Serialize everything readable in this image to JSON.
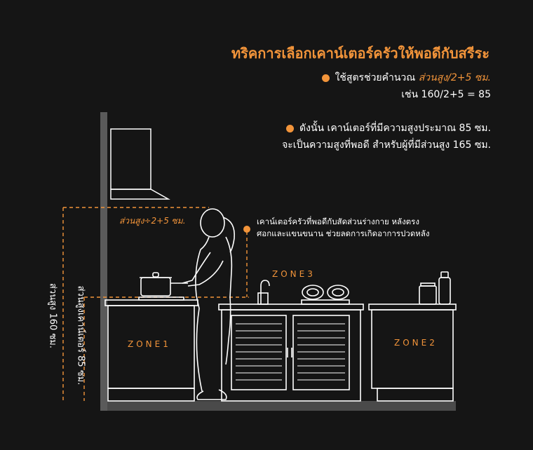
{
  "header": {
    "title": "ทริคการเลือกเคาน์เตอร์ครัวให้พอดีกับสรีระ"
  },
  "tips": {
    "tip1_prefix": "ใช้สูตรช่วยคำนวณ",
    "tip1_formula": "ส่วนสูง/2+5 ซม.",
    "tip1_example": "เช่น 160/2+5 = 85",
    "tip2_line1": "ดังนั้น เคาน์เตอร์ที่มีความสูงประมาณ 85 ซม.",
    "tip2_line2": "จะเป็นความสูงที่พอดี สำหรับผู้ที่มีส่วนสูง 165 ซม."
  },
  "annotation": {
    "line1": "เคาน์เตอร์ครัวที่พอดีกับสัดส่วนร่างกาย หลังตรง",
    "line2": "ศอกและแขนขนาน ช่วยลดการเกิดอาการปวดหลัง"
  },
  "diagram": {
    "formula_label": "ส่วนสูง÷2+5 ซม.",
    "person_height_label": "ส่วนสูง 160 ซม.",
    "counter_height_label": "ส่วนสูงเคาน์เตอร์ 85 ซม.",
    "zones": [
      "ZONE1",
      "ZONE2",
      "ZONE3"
    ]
  },
  "colors": {
    "accent": "#f2943a",
    "line": "#ffffff",
    "background": "#151515"
  }
}
